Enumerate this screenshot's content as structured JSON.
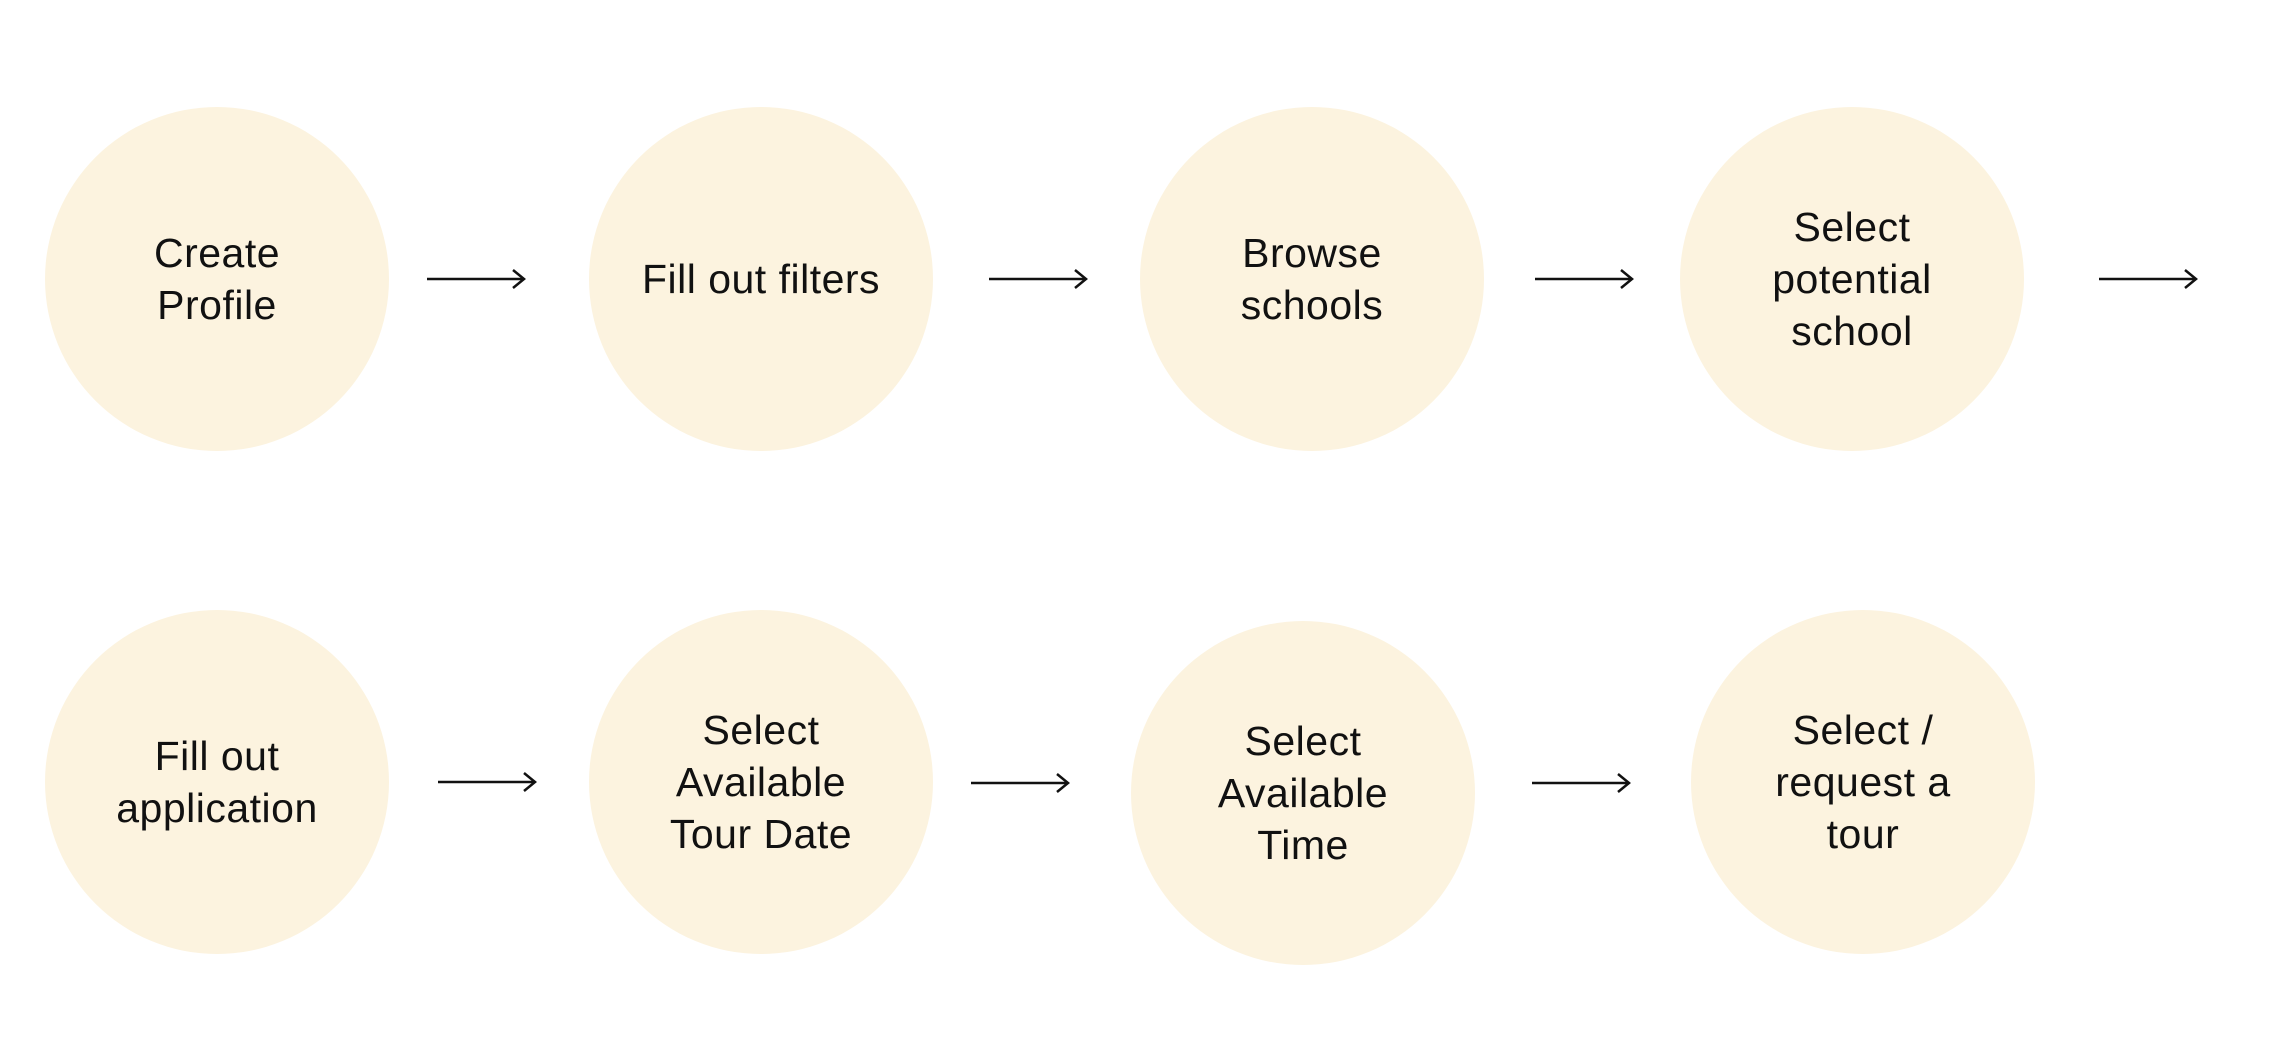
{
  "diagram": {
    "row1": [
      {
        "label": "Create\nProfile"
      },
      {
        "label": "Fill out filters"
      },
      {
        "label": "Browse\nschools"
      },
      {
        "label": "Select\npotential\nschool"
      }
    ],
    "row2": [
      {
        "label": "Fill out\napplication"
      },
      {
        "label": "Select\nAvailable\nTour Date"
      },
      {
        "label": "Select\nAvailable\nTime"
      },
      {
        "label": "Select /\nrequest a\ntour"
      }
    ]
  },
  "colors": {
    "circle_fill": "#fcf3df",
    "text": "#111111",
    "arrow": "#111111"
  }
}
